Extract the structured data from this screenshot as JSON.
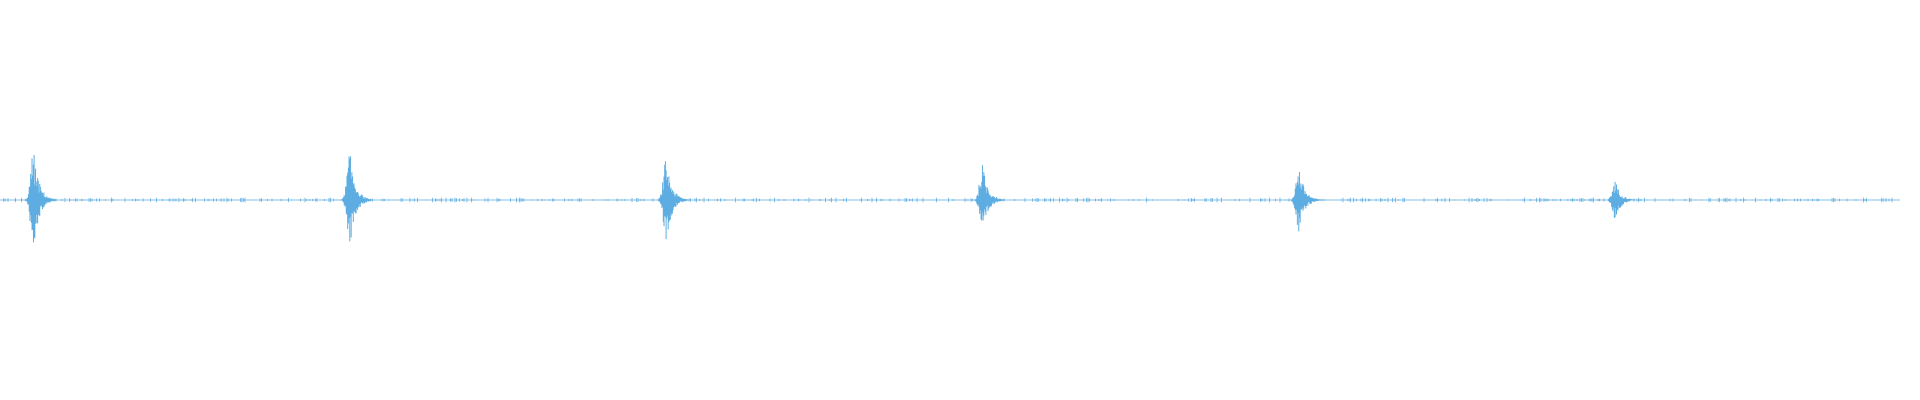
{
  "waveform": {
    "color": "#5dade2",
    "background": "#ffffff",
    "clip_duration_s": 6,
    "burst_times_s": [
      0.1,
      1.1,
      2.1,
      3.1,
      4.1,
      5.1
    ],
    "burst_peak_amplitudes": [
      0.5,
      0.48,
      0.42,
      0.36,
      0.34,
      0.2
    ],
    "noise_floor": 0.012
  }
}
